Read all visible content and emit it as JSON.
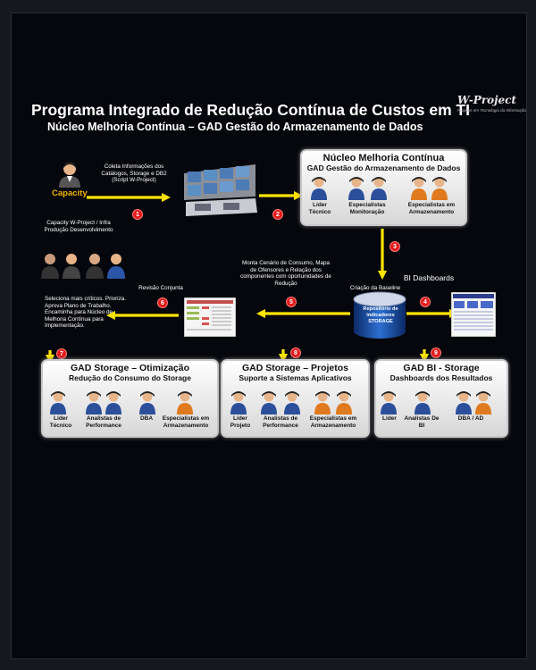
{
  "header": {
    "title": "Programa Integrado de Redução Contínua de Custos em TI",
    "subtitle": "Núcleo Melhoria Contínua – GAD Gestão do Armazenamento de Dados",
    "logo_text": "W-Project",
    "logo_tagline": "Projetos em Tecnologia da Informação"
  },
  "capacity": {
    "label": "Capacity"
  },
  "notes": {
    "collect": "Coleta Informações dos Catálogos, Storage e DB2 (Script W-Project)",
    "team": "Capacity W-Project / Infra Produção Desenvolvimento",
    "review": "Revisão Conjunta",
    "select": "Seleciona mais críticos. Prioriza. Aprova Plano de Trabalho. Encaminha para Núcleo de Melhoria Contínua para Implementação.",
    "scenario": "Monta Cenário de Consumo, Mapa de Ofensores e Relação dos componentes com oportunidades de Redução",
    "baseline": "Criação da Baseline",
    "bi": "BI Dashboards"
  },
  "repository": {
    "label": "Repositório de indicadores STORAGE"
  },
  "steps": [
    "1",
    "2",
    "3",
    "4",
    "5",
    "6",
    "7",
    "8",
    "9"
  ],
  "nucleo": {
    "title": "Núcleo Melhoria Contínua",
    "subtitle": "GAD Gestão do Armazenamento de Dados",
    "roles": [
      "Líder Técnico",
      "Especialistas Monitoração",
      "Especialistas em Armazenamento"
    ]
  },
  "boxes": [
    {
      "title": "GAD Storage – Otimização",
      "subtitle": "Redução do Consumo do Storage",
      "roles": [
        "Líder Técnico",
        "Analistas de Performance",
        "DBA",
        "Especialistas em Armazenamento"
      ]
    },
    {
      "title": "GAD Storage – Projetos",
      "subtitle": "Suporte a Sistemas Aplicativos",
      "roles": [
        "Líder Projeto",
        "Analistas de Performance",
        "Especialistas em Armazenamento"
      ]
    },
    {
      "title": "GAD BI - Storage",
      "subtitle": "Dashboards dos Resultados",
      "roles": [
        "Líder",
        "Analistas De BI",
        "DBA / AD"
      ]
    }
  ]
}
